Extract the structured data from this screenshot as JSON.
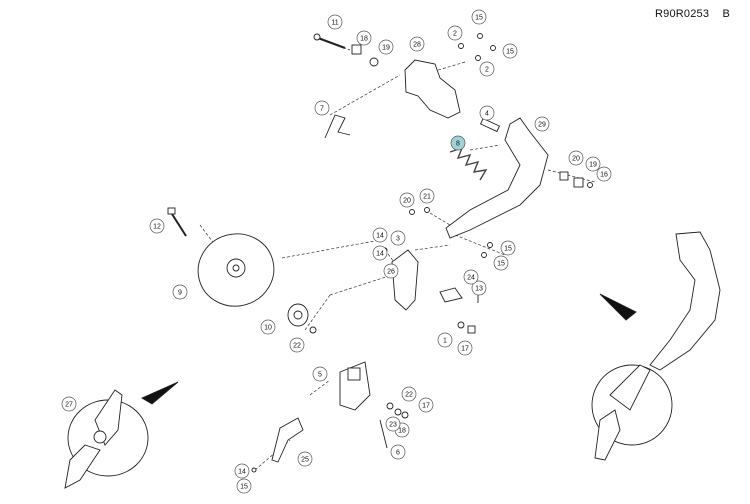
{
  "header": {
    "ref_code": "R90R0253",
    "ref_letter": "B"
  },
  "highlight_color": "#9fd3d8",
  "callouts": [
    "1",
    "2",
    "2",
    "3",
    "4",
    "5",
    "6",
    "7",
    "8",
    "9",
    "10",
    "11",
    "12",
    "13",
    "14",
    "14",
    "14",
    "15",
    "15",
    "15",
    "15",
    "15",
    "16",
    "17",
    "17",
    "18",
    "18",
    "19",
    "19",
    "20",
    "20",
    "21",
    "22",
    "22",
    "23",
    "24",
    "25",
    "26",
    "27",
    "28",
    "29"
  ]
}
